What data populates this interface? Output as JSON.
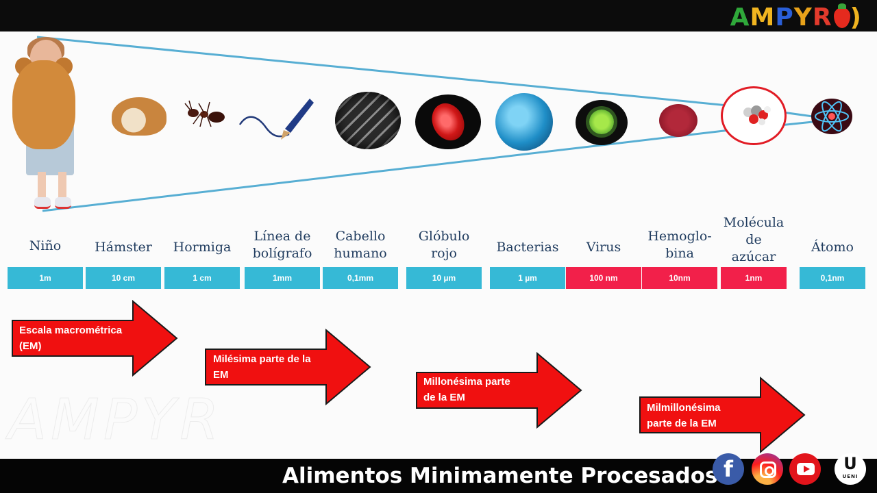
{
  "brand": {
    "letters": [
      {
        "char": "A",
        "color": "#2fa83a"
      },
      {
        "char": "M",
        "color": "#f0b420"
      },
      {
        "char": "P",
        "color": "#2a5fd8"
      },
      {
        "char": "Y",
        "color": "#e8a21a"
      },
      {
        "char": "R",
        "color": "#e23a2c"
      },
      {
        "char": "O",
        "color": "#e23a2c"
      }
    ]
  },
  "items": [
    {
      "name_lines": [
        "Niño"
      ],
      "scale": "1m",
      "color": "blue"
    },
    {
      "name_lines": [
        "Hámster"
      ],
      "scale": "10 cm",
      "color": "blue"
    },
    {
      "name_lines": [
        "Hormiga"
      ],
      "scale": "1 cm",
      "color": "blue"
    },
    {
      "name_lines": [
        "Línea de",
        "bolígrafo"
      ],
      "scale": "1mm",
      "color": "blue"
    },
    {
      "name_lines": [
        "Cabello",
        "humano"
      ],
      "scale": "0,1mm",
      "color": "blue"
    },
    {
      "name_lines": [
        "Glóbulo",
        "rojo"
      ],
      "scale": "10 µm",
      "color": "blue"
    },
    {
      "name_lines": [
        "Bacterias"
      ],
      "scale": "1 µm",
      "color": "blue"
    },
    {
      "name_lines": [
        "Virus"
      ],
      "scale": "100 nm",
      "color": "red"
    },
    {
      "name_lines": [
        "Hemoglo-",
        "bina"
      ],
      "scale": "10nm",
      "color": "red"
    },
    {
      "name_lines": [
        "Molécula",
        "de",
        "azúcar"
      ],
      "scale": "1nm",
      "color": "red"
    },
    {
      "name_lines": [
        "Átomo"
      ],
      "scale": "0,1nm",
      "color": "blue"
    }
  ],
  "arrows": [
    {
      "lines": [
        "Escala macrométrica",
        "(EM)"
      ]
    },
    {
      "lines": [
        "Milésima parte de la",
        "EM"
      ]
    },
    {
      "lines": [
        "Millonésima parte",
        "de la EM"
      ]
    },
    {
      "lines": [
        "Milmillonésima",
        "parte de la EM"
      ]
    }
  ],
  "watermark": "AMPYR",
  "footer": {
    "title": "Alimentos Minimamente Procesados",
    "ueni_letter": "U",
    "ueni_text": "UENI"
  },
  "colors": {
    "scale_blue": "#36b9d6",
    "scale_red": "#f2204a",
    "arrow_red": "#f01010",
    "cone_line": "#57aed3"
  }
}
